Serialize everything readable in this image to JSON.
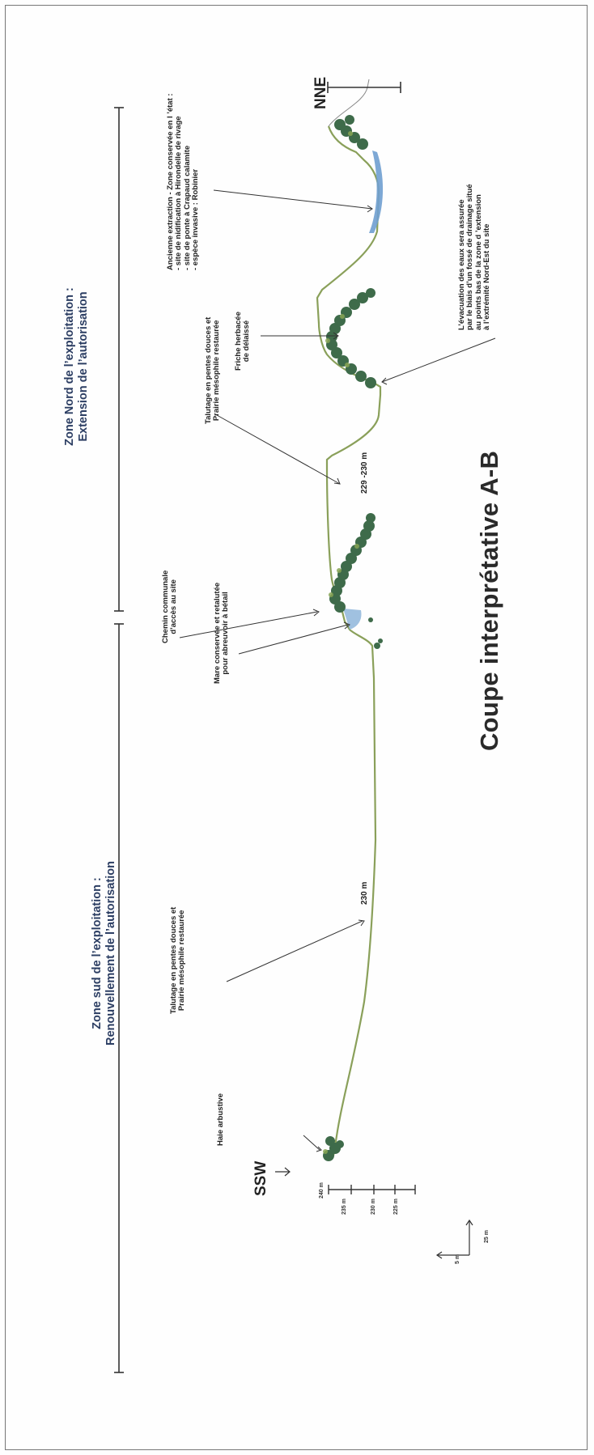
{
  "diagram": {
    "title": "Coupe interprétative A-B",
    "direction_south": "SSW",
    "direction_north": "NNE",
    "zones": {
      "south": {
        "line1": "Zone sud de l’exploitation :",
        "line2": "Renouvellement de l’autorisation"
      },
      "north": {
        "line1": "Zone Nord de l’exploitation :",
        "line2": "Extension de l’autorisation"
      }
    },
    "elevation_labels": [
      "240 m",
      "235 m",
      "230 m",
      "225 m"
    ],
    "scale_bar": {
      "vertical": "5 m",
      "horizontal": "25 m"
    },
    "level_labels": {
      "south": "230 m",
      "north": "229 -230 m"
    },
    "annotations": {
      "haie": "Haie arbustive",
      "talutage_south": [
        "Talutage en pentes douces et",
        "Prairie mésophile restaurée"
      ],
      "mare": [
        "Mare conservée et retalutée",
        "pour abreuvoir à bétail"
      ],
      "chemin": [
        "Chemin communale",
        "d’accès au site"
      ],
      "talutage_north": [
        "Talutage en pentes douces et",
        "Prairie mésophile restaurée"
      ],
      "friche": [
        "Friche herbacée",
        "de délaissé"
      ],
      "ancienne": [
        "Ancienne extraction - Zone conservée en l ’état :",
        "- site de nidification à Hirondelle de rivage",
        "- site de ponte à Crapaud calamite",
        "- espèce invasive : Robinier"
      ],
      "evacuation": [
        "L’évacuation des eaux  sera assurée",
        "par le biais d’un fossé de drainage situé",
        "au points bas de la zone d ’extension",
        "à l’extrémité Nord-Est du site"
      ]
    }
  }
}
